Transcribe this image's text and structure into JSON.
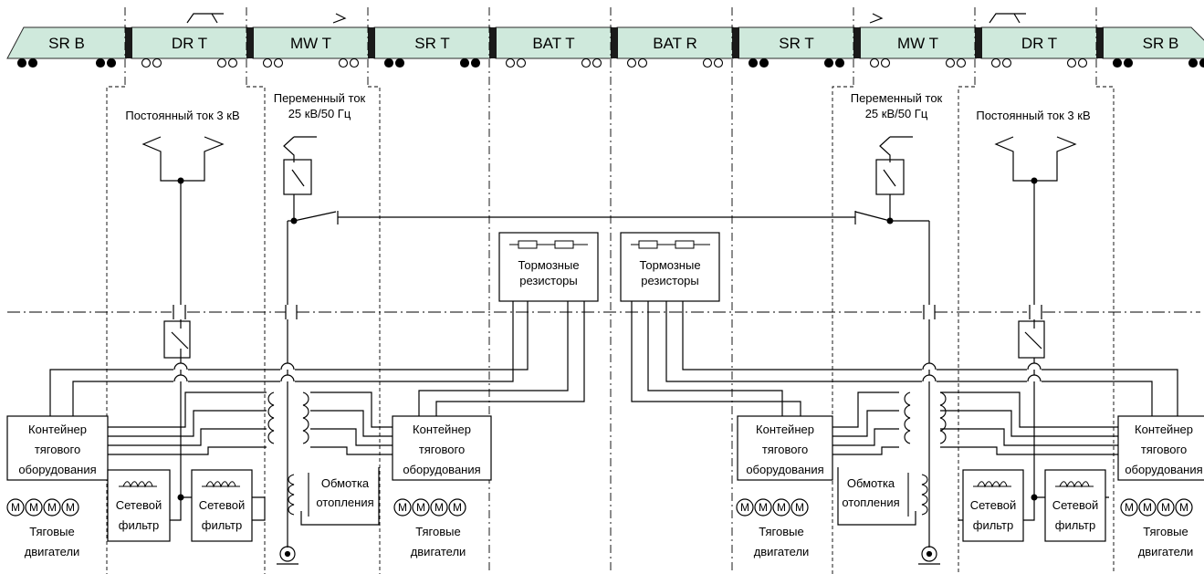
{
  "colors": {
    "car_fill": "#cfe9dc",
    "car_stroke": "#2a2a2a",
    "coupler": "#1a1a1a",
    "line": "#000000"
  },
  "train": {
    "cars": [
      {
        "label": "SR B",
        "wheels": "solid"
      },
      {
        "label": "DR T",
        "wheels": "hollow"
      },
      {
        "label": "MW T",
        "wheels": "hollow"
      },
      {
        "label": "SR T",
        "wheels": "solid"
      },
      {
        "label": "BAT T",
        "wheels": "hollow"
      },
      {
        "label": "BAT R",
        "wheels": "hollow"
      },
      {
        "label": "SR T",
        "wheels": "solid"
      },
      {
        "label": "MW T",
        "wheels": "hollow"
      },
      {
        "label": "DR T",
        "wheels": "hollow"
      },
      {
        "label": "SR B",
        "wheels": "solid"
      }
    ]
  },
  "labels": {
    "dc_left": "Постоянный ток 3 кВ",
    "dc_right": "Постоянный ток 3 кВ",
    "ac_left_1": "Переменный ток",
    "ac_left_2": "25 кВ/50 Гц",
    "ac_right_1": "Переменный ток",
    "ac_right_2": "25 кВ/50 Гц",
    "brake_left_1": "Тормозные",
    "brake_left_2": "резисторы",
    "brake_right_1": "Тормозные",
    "brake_right_2": "резисторы",
    "cont_1": "Контейнер",
    "cont_2": "тягового",
    "cont_3": "оборудования",
    "filter_1": "Сетевой",
    "filter_2": "фильтр",
    "heat_1": "Обмотка",
    "heat_2": "отопления",
    "motors_1": "Тяговые",
    "motors_2": "двигатели",
    "motor_letter": "M"
  }
}
